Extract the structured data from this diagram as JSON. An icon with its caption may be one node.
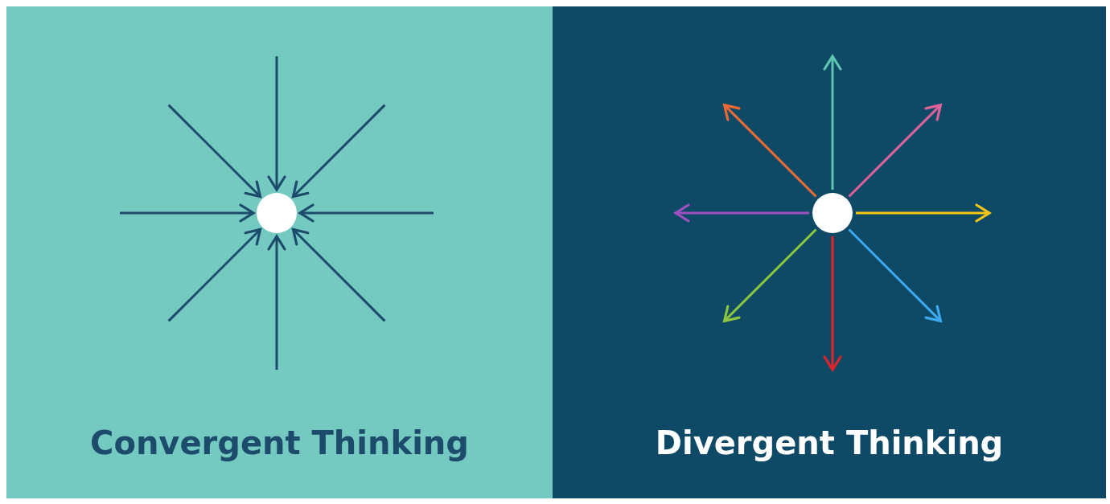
{
  "diagram": {
    "nodes": [
      {
        "text": [
          "Convergent Thinking"
        ]
      },
      {
        "text": [],
        "shape": "circle",
        "in": 0
      },
      {
        "text": [
          "Divergent Thinking"
        ]
      },
      {
        "text": [],
        "shape": "circle",
        "in": 2
      }
    ],
    "edges": [
      {
        "from": null,
        "to": 1,
        "arrow": "to"
      },
      {
        "from": null,
        "to": 1,
        "arrow": "to"
      },
      {
        "from": null,
        "to": 1,
        "arrow": "to"
      },
      {
        "from": null,
        "to": 1,
        "arrow": "to"
      },
      {
        "from": null,
        "to": 1,
        "arrow": "to"
      },
      {
        "from": null,
        "to": 1,
        "arrow": "to"
      },
      {
        "from": null,
        "to": 1,
        "arrow": "to"
      },
      {
        "from": null,
        "to": 1,
        "arrow": "to"
      },
      {
        "from": 3,
        "to": null,
        "arrow": "to",
        "color": "#5fc4b0"
      },
      {
        "from": 3,
        "to": null,
        "arrow": "to",
        "color": "#e0609a"
      },
      {
        "from": 3,
        "to": null,
        "arrow": "to",
        "color": "#f5c518"
      },
      {
        "from": 3,
        "to": null,
        "arrow": "to",
        "color": "#3ea8f0"
      },
      {
        "from": 3,
        "to": null,
        "arrow": "to",
        "color": "#e0242c"
      },
      {
        "from": 3,
        "to": null,
        "arrow": "to",
        "color": "#8cc63f"
      },
      {
        "from": 3,
        "to": null,
        "arrow": "to",
        "color": "#a050c0"
      },
      {
        "from": 3,
        "to": null,
        "arrow": "to",
        "color": "#f06a35"
      }
    ]
  }
}
